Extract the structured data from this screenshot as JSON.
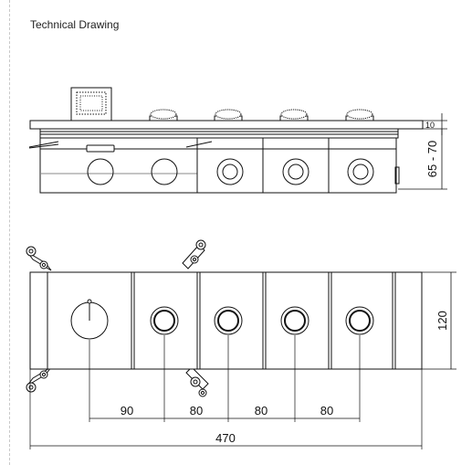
{
  "title": "Technical Drawing",
  "dimensions": {
    "plate_thickness": "10",
    "depth_range": "65 - 70",
    "height": "120",
    "spacing_1": "90",
    "spacing_2": "80",
    "spacing_3": "80",
    "spacing_4": "80",
    "total_width": "470"
  }
}
